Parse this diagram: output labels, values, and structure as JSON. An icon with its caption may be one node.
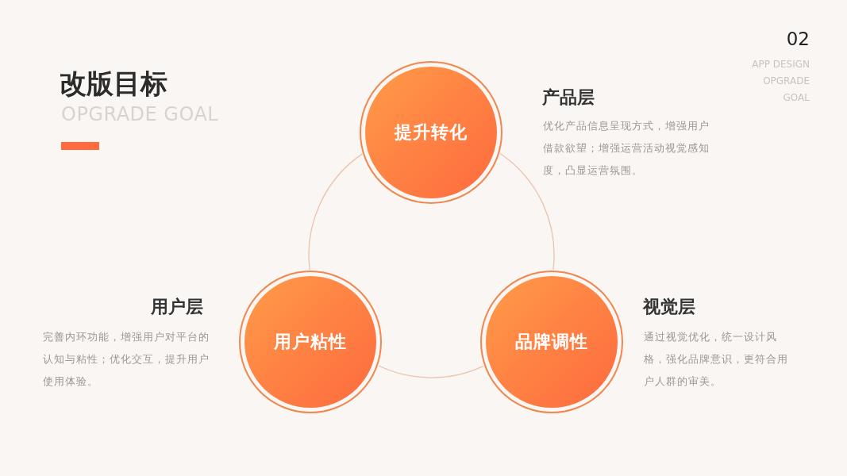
{
  "diagram": {
    "title": "改版目标",
    "nodes": [
      {
        "text": [
          "提升转化"
        ],
        "beside": [
          "产品层",
          "优化产品信息呈现方式，增强用户借款欲望；增强运营活动视觉感知度，凸显运营氛围。"
        ]
      },
      {
        "text": [
          "用户粘性"
        ],
        "beside": [
          "用户层",
          "完善内环功能，增强用户对平台的认知与粘性；优化交互，提升用户使用体验。"
        ]
      },
      {
        "text": [
          "品牌调性"
        ],
        "beside": [
          "视觉层",
          "通过视觉优化，统一设计风格，强化品牌意识，更符合用户人群的审美。"
        ]
      }
    ],
    "edges": [
      {
        "from": 0,
        "to": 1,
        "arrow": "none"
      },
      {
        "from": 1,
        "to": 2,
        "arrow": "none"
      },
      {
        "from": 2,
        "to": 0,
        "arrow": "none"
      }
    ],
    "labels": [
      "OPGRADE GOAL",
      "02",
      "APP DESIGN",
      "OPGRADE",
      "GOAL"
    ]
  }
}
